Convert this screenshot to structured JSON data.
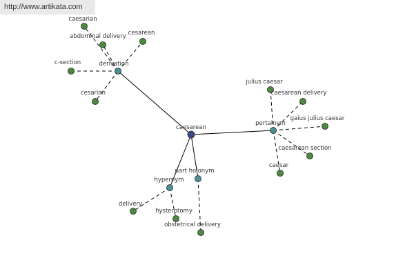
{
  "banner": {
    "url": "http://www.artikata.com"
  },
  "colors": {
    "root": "#3c4a8c",
    "relation": "#4f8f96",
    "term": "#4c8a3f"
  },
  "graph": {
    "root": "caesarean",
    "relations": [
      {
        "id": "derivation",
        "label": "derivation",
        "terms": [
          "caesarian",
          "abdominal delivery",
          "cesarean",
          "c-section",
          "cesarian"
        ]
      },
      {
        "id": "pertainym",
        "label": "pertainym",
        "terms": [
          "julius caesar",
          "caesarean delivery",
          "gaius julius caesar",
          "caesarean section",
          "caesar"
        ]
      },
      {
        "id": "hypernym",
        "label": "hypernym",
        "terms": [
          "delivery",
          "hysterotomy"
        ]
      },
      {
        "id": "part-holonym",
        "label": "part holonym",
        "terms": [
          "obstetrical delivery"
        ]
      }
    ]
  }
}
